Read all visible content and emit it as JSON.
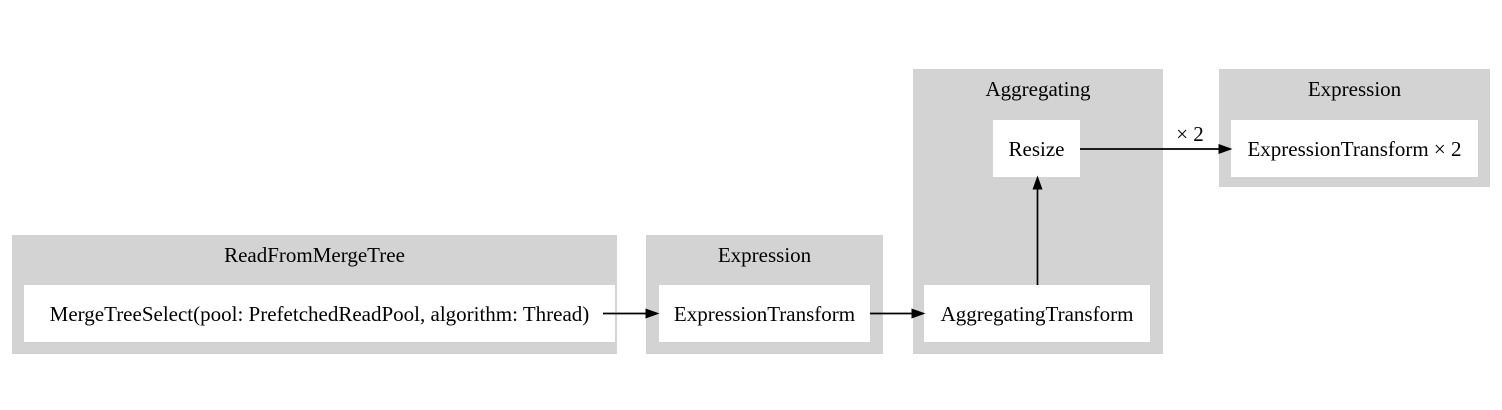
{
  "diagram": {
    "type": "query-pipeline-graph",
    "background": "#ffffff",
    "colors": {
      "cluster_fill": "#d3d3d3",
      "node_fill": "#ffffff",
      "edge": "#000000",
      "text": "#000000"
    },
    "clusters": [
      {
        "title": "ReadFromMergeTree",
        "nodes": [
          {
            "label": "MergeTreeSelect(pool: PrefetchedReadPool, algorithm: Thread)"
          }
        ]
      },
      {
        "title": "Expression",
        "nodes": [
          {
            "label": "ExpressionTransform"
          }
        ]
      },
      {
        "title": "Aggregating",
        "nodes": [
          {
            "label": "Resize"
          },
          {
            "label": "AggregatingTransform"
          }
        ]
      },
      {
        "title": "Expression",
        "nodes": [
          {
            "label": "ExpressionTransform × 2"
          }
        ]
      }
    ],
    "edges": [
      {
        "from": "MergeTreeSelect(pool: PrefetchedReadPool, algorithm: Thread)",
        "to": "ExpressionTransform",
        "label": ""
      },
      {
        "from": "ExpressionTransform",
        "to": "AggregatingTransform",
        "label": ""
      },
      {
        "from": "AggregatingTransform",
        "to": "Resize",
        "label": ""
      },
      {
        "from": "Resize",
        "to": "ExpressionTransform × 2",
        "label": "× 2"
      }
    ]
  }
}
